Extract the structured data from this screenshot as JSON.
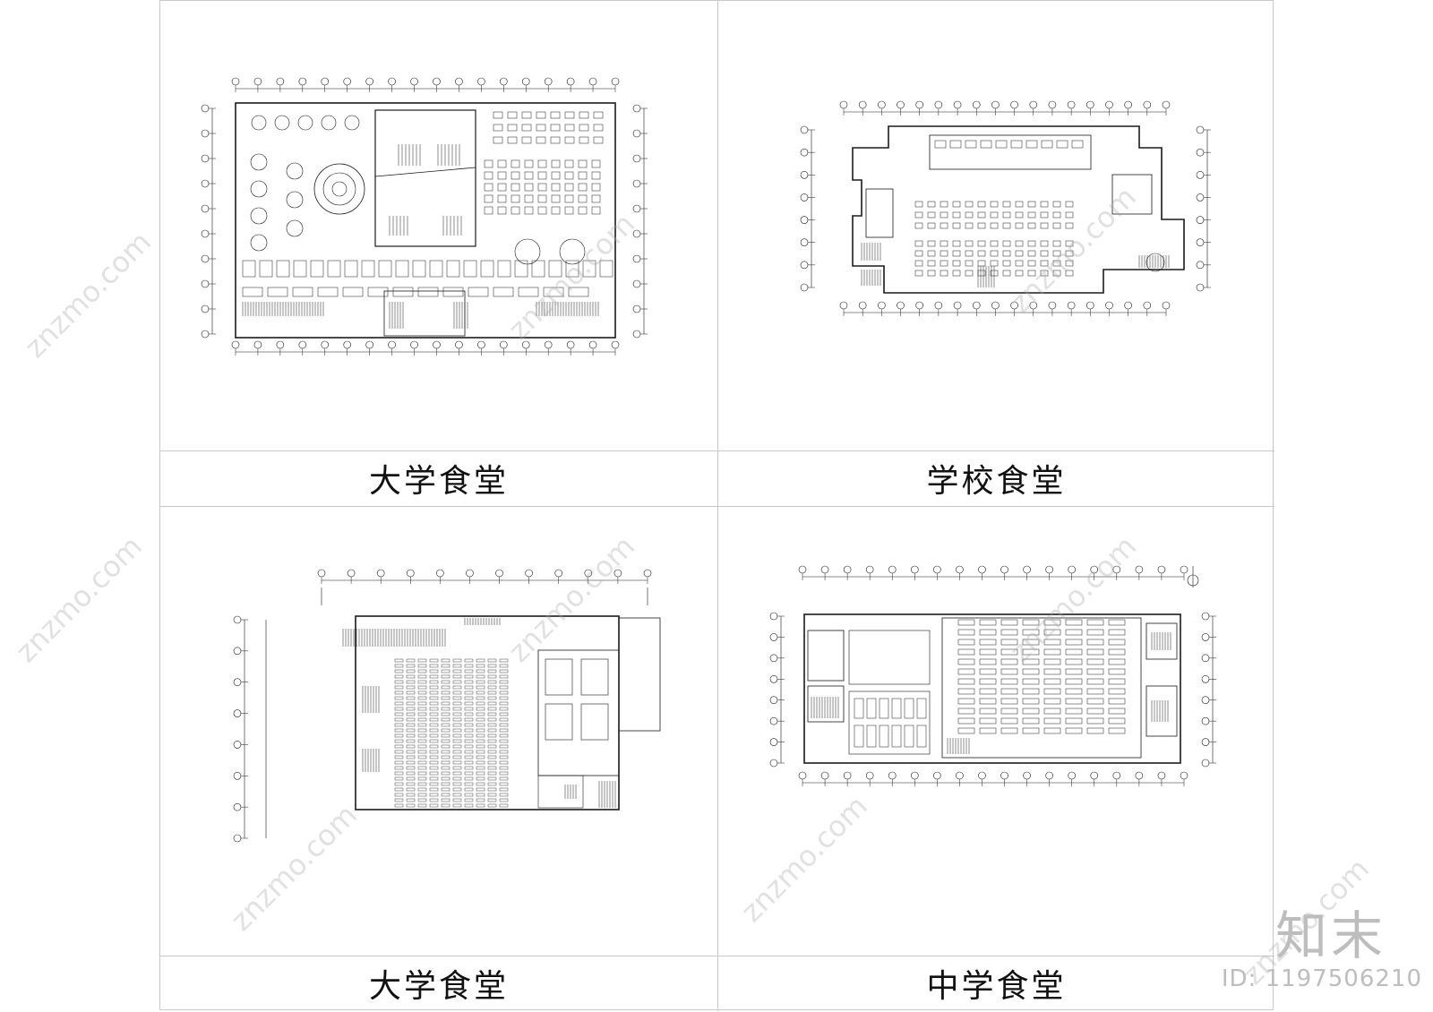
{
  "panels": [
    {
      "id": "p1",
      "caption": "大学食堂"
    },
    {
      "id": "p2",
      "caption": "学校食堂"
    },
    {
      "id": "p3",
      "caption": "大学食堂"
    },
    {
      "id": "p4",
      "caption": "中学食堂"
    }
  ],
  "watermark": {
    "text": "znzmo.com"
  },
  "branding": {
    "logo": "知末",
    "id_label": "ID: 1197506210"
  },
  "colors": {
    "line": "#1a1a1a",
    "frame": "#c8c8c8",
    "watermark": "#bdbdbd"
  }
}
